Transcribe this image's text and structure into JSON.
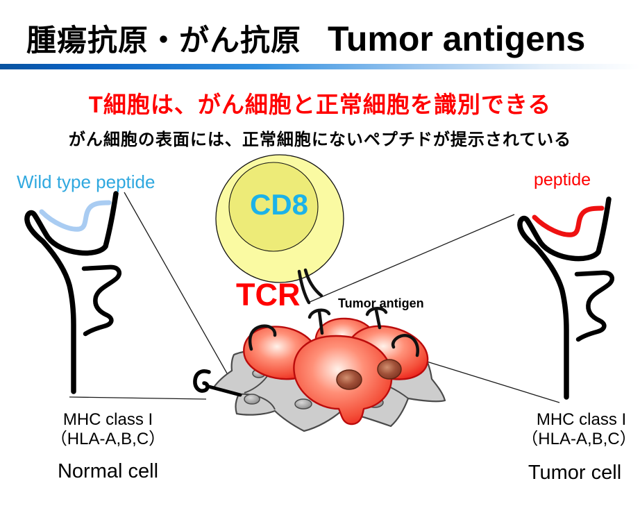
{
  "title": {
    "jp": "腫瘍抗原・がん抗原",
    "en": "Tumor antigens"
  },
  "divider": {
    "gradient_start": "#0a5cb8",
    "gradient_mid": "#2f8fdf",
    "gradient_end": "#ffffff"
  },
  "headings": {
    "main": "T細胞は、がん細胞と正常細胞を識別できる",
    "main_color": "#ff0000",
    "sub": "がん細胞の表面には、正常細胞にないペプチドが提示されている"
  },
  "t_cell": {
    "label": "CD8",
    "label_color": "#1cb2e8",
    "receptor_label": "TCR",
    "receptor_label_color": "#ff0000",
    "body_color": "#fafaa2",
    "nucleus_color": "#edeb78"
  },
  "normal_cell": {
    "peptide_label": "Wild type peptide",
    "peptide_label_color": "#2fa8df",
    "peptide_color": "#a9ccf2",
    "mhc_label": "MHC class I",
    "hla_label": "（HLA-A,B,C）",
    "cell_label": "Normal cell"
  },
  "tumor_cell": {
    "peptide_label": "peptide",
    "peptide_label_color": "#ff0000",
    "peptide_color": "#ee1111",
    "antigen_label": "Tumor antigen",
    "mhc_label": "MHC class I",
    "hla_label": "（HLA-A,B,C）",
    "cell_label": "Tumor cell",
    "cell_color": "#ee2211",
    "substrate_color": "#cdcdcd"
  }
}
